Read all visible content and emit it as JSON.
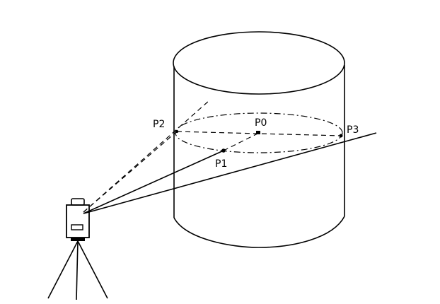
{
  "labels": {
    "p0": "P0",
    "p1": "P1",
    "p2": "P2",
    "p3": "P3"
  },
  "colors": {
    "ink": "#000000",
    "background": "#ffffff"
  },
  "icons": {
    "instrument": "total-station-icon",
    "tripod": "tripod-icon"
  }
}
